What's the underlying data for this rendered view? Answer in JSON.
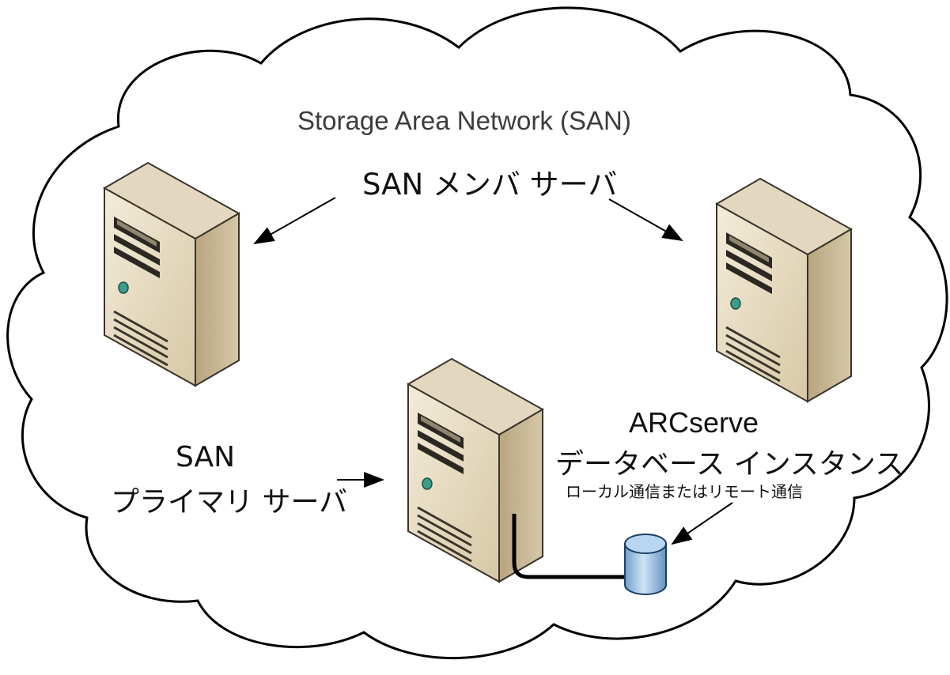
{
  "diagram": {
    "title": "Storage Area Network (SAN)",
    "member_servers_label": "SAN メンバ サーバ",
    "primary_server_label_line1": "SAN",
    "primary_server_label_line2": "プライマリ サーバ",
    "database_label_line1": "ARCserve",
    "database_label_line2": "データベース インスタンス",
    "database_label_line3": "ローカル通信またはリモート通信"
  },
  "colors": {
    "server_front": "#e8dcc2",
    "server_side": "#c3b290",
    "server_top": "#d9cdb2",
    "server_outline": "#3a352b",
    "database_fill": "#9cc4e6",
    "line": "#000000"
  }
}
